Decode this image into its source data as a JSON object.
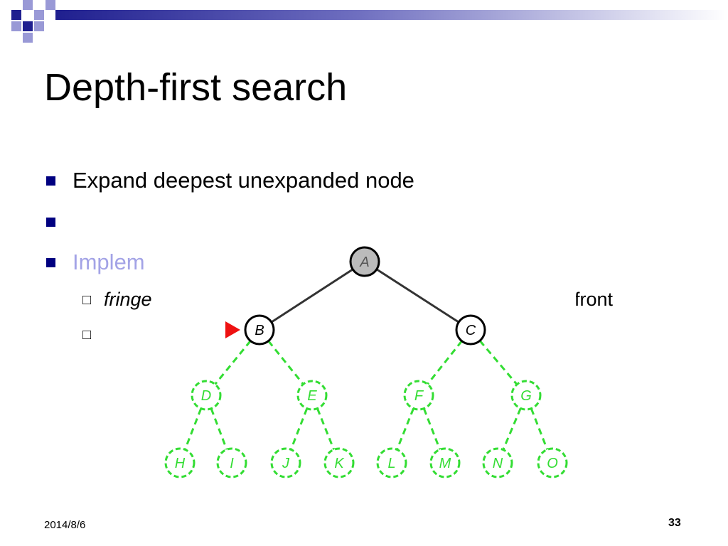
{
  "slide": {
    "title": "Depth-first search",
    "bullets": [
      {
        "text": "Expand deepest unexpanded node",
        "color": "#000000"
      },
      {
        "text": "",
        "color": "#000000"
      },
      {
        "text": "Implem",
        "color": "#a3a3e6"
      }
    ],
    "subbullets": [
      {
        "marker": "□",
        "italic_text": "fringe",
        "right_text": "front"
      },
      {
        "marker": "□",
        "italic_text": "",
        "right_text": ""
      }
    ],
    "footer": {
      "date": "2014/8/6",
      "page": "33"
    },
    "colors": {
      "bullet": "#000080",
      "deco_primary": "#1f1f8f",
      "deco_light": "#9999d6",
      "expanded": "#000000",
      "unexpanded": "#33dd33",
      "root_fill": "#bbbbbb",
      "pointer": "#ee1111"
    }
  },
  "tree": {
    "nodes": [
      {
        "id": "A",
        "label": "A",
        "state": "expanded",
        "level": 0,
        "index": 0
      },
      {
        "id": "B",
        "label": "B",
        "state": "expanded",
        "level": 1,
        "index": 0
      },
      {
        "id": "C",
        "label": "C",
        "state": "expanded",
        "level": 1,
        "index": 1
      },
      {
        "id": "D",
        "label": "D",
        "state": "unexpanded",
        "level": 2,
        "index": 0
      },
      {
        "id": "E",
        "label": "E",
        "state": "unexpanded",
        "level": 2,
        "index": 1
      },
      {
        "id": "F",
        "label": "F",
        "state": "unexpanded",
        "level": 2,
        "index": 2
      },
      {
        "id": "G",
        "label": "G",
        "state": "unexpanded",
        "level": 2,
        "index": 3
      },
      {
        "id": "H",
        "label": "H",
        "state": "unexpanded",
        "level": 3,
        "index": 0
      },
      {
        "id": "I",
        "label": "I",
        "state": "unexpanded",
        "level": 3,
        "index": 1
      },
      {
        "id": "J",
        "label": "J",
        "state": "unexpanded",
        "level": 3,
        "index": 2
      },
      {
        "id": "K",
        "label": "K",
        "state": "unexpanded",
        "level": 3,
        "index": 3
      },
      {
        "id": "L",
        "label": "L",
        "state": "unexpanded",
        "level": 3,
        "index": 4
      },
      {
        "id": "M",
        "label": "M",
        "state": "unexpanded",
        "level": 3,
        "index": 5
      },
      {
        "id": "N",
        "label": "N",
        "state": "unexpanded",
        "level": 3,
        "index": 6
      },
      {
        "id": "O",
        "label": "O",
        "state": "unexpanded",
        "level": 3,
        "index": 7
      }
    ],
    "edges": [
      {
        "from": "A",
        "to": "B",
        "state": "expanded"
      },
      {
        "from": "A",
        "to": "C",
        "state": "expanded"
      },
      {
        "from": "B",
        "to": "D",
        "state": "unexpanded"
      },
      {
        "from": "B",
        "to": "E",
        "state": "unexpanded"
      },
      {
        "from": "C",
        "to": "F",
        "state": "unexpanded"
      },
      {
        "from": "C",
        "to": "G",
        "state": "unexpanded"
      },
      {
        "from": "D",
        "to": "H",
        "state": "unexpanded"
      },
      {
        "from": "D",
        "to": "I",
        "state": "unexpanded"
      },
      {
        "from": "E",
        "to": "J",
        "state": "unexpanded"
      },
      {
        "from": "E",
        "to": "K",
        "state": "unexpanded"
      },
      {
        "from": "F",
        "to": "L",
        "state": "unexpanded"
      },
      {
        "from": "F",
        "to": "M",
        "state": "unexpanded"
      },
      {
        "from": "G",
        "to": "N",
        "state": "unexpanded"
      },
      {
        "from": "G",
        "to": "O",
        "state": "unexpanded"
      }
    ],
    "current": "B"
  }
}
